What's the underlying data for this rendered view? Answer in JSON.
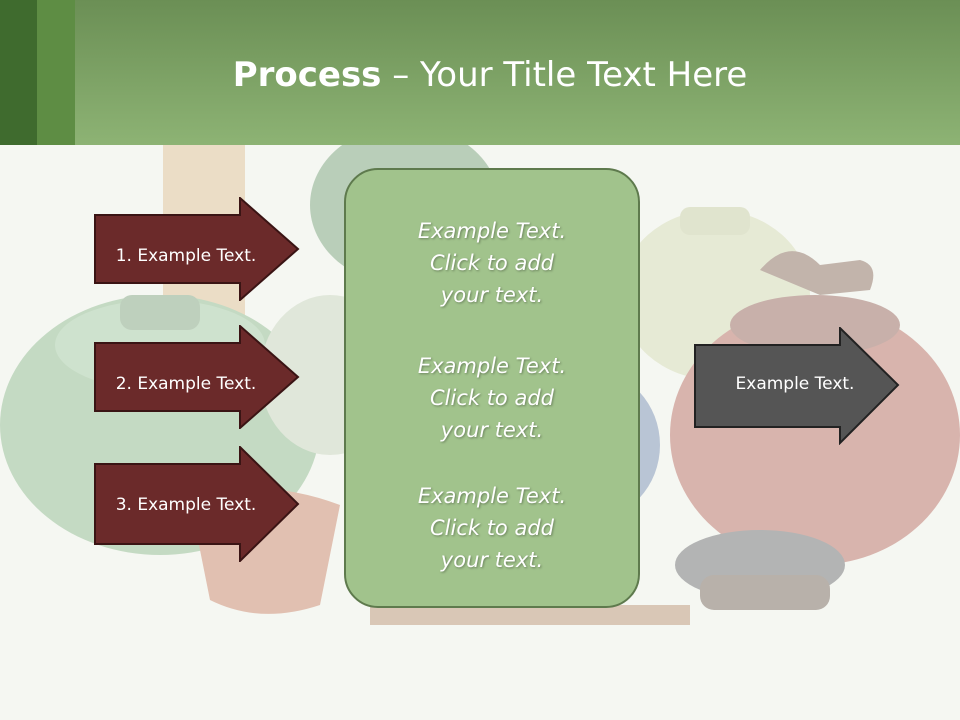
{
  "title": {
    "bold": "Process",
    "rest": " – Your Title Text Here"
  },
  "left_steps": [
    {
      "label": "1. Example Text."
    },
    {
      "label": "2. Example Text."
    },
    {
      "label": "3. Example Text."
    }
  ],
  "center_items": [
    "Example Text.\nClick  to add\nyour text.",
    "Example Text.\nClick  to add\nyour text.",
    "Example Text.\nClick  to add\nyour text."
  ],
  "right_step": {
    "label": "Example Text."
  },
  "colors": {
    "header_top": "#6b8f55",
    "header_bottom": "#8db374",
    "arrow_maroon": "#6b2a2a",
    "arrow_gray": "#555555",
    "box_green": "#a1c38c"
  }
}
